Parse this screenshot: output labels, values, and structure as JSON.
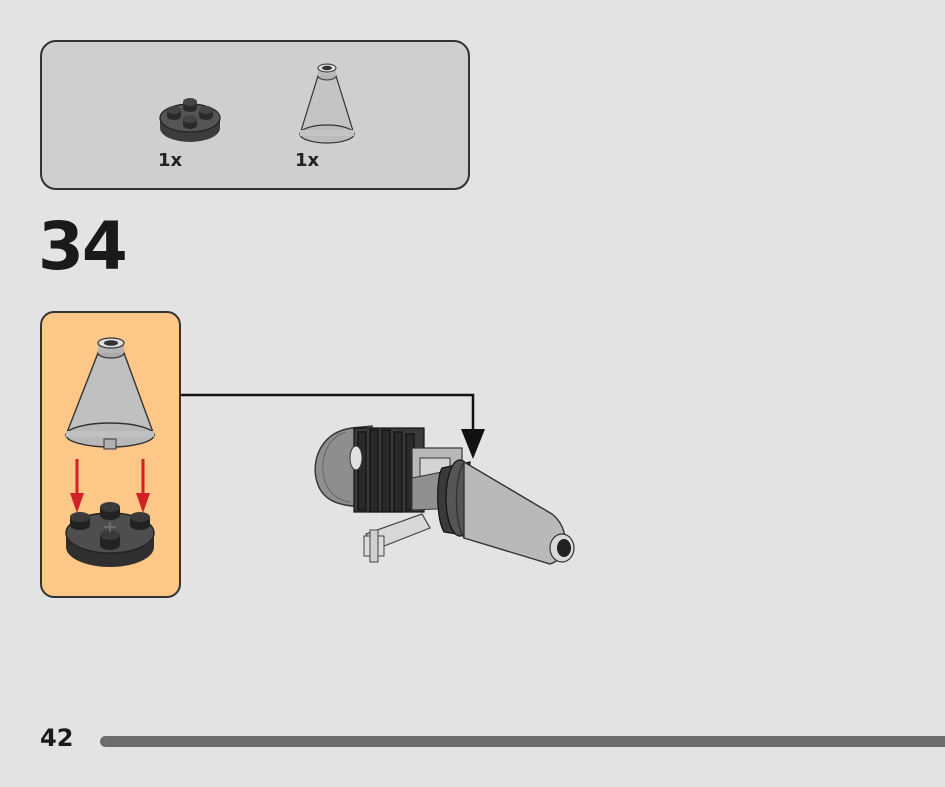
{
  "parts_list": {
    "items": [
      {
        "name": "round-plate-2x2",
        "qty": "1x"
      },
      {
        "name": "cone-2x2x2",
        "qty": "1x"
      }
    ]
  },
  "step": {
    "number": "34"
  },
  "page": {
    "number": "42"
  },
  "colors": {
    "background": "#e3e3e3",
    "parts_box": "#cfcfcf",
    "sub_assembly_box": "#fdc887",
    "arrow_red": "#d32027",
    "dark_gray": "#4a4a4a",
    "light_gray": "#bdbdbd"
  }
}
